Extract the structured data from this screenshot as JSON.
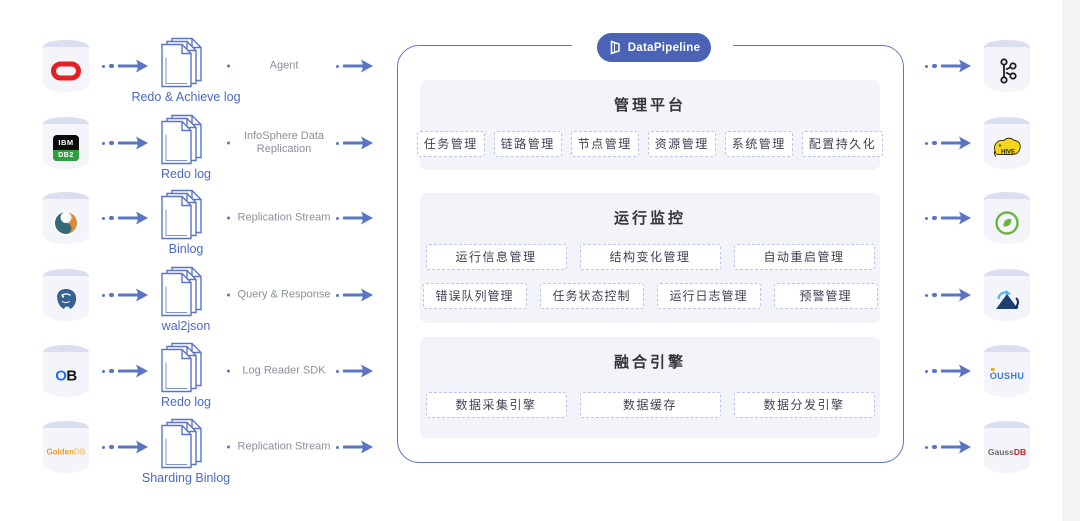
{
  "brand": {
    "badge_label": "DataPipeline"
  },
  "colors": {
    "accent_blue": "#5b74c4",
    "badge_bg": "#4a63b5",
    "panel_bg": "#f2f4f9",
    "chip_border": "#bac3e8",
    "chip_text": "#3f4254",
    "section_title_text": "#33343c",
    "transport_label_text": "#8a8f9b",
    "log_label_text": "#4a68c8",
    "oracle_red": "#e32124",
    "db2_green": "#2e9e3f",
    "hive_yellow": "#f7d51d",
    "greenplum_green": "#6cb33f",
    "oushu_blue": "#3a7bd5",
    "gaussdb_red": "#cf1f25",
    "goldendb_orange": "#f29c1f",
    "oceanbase_blue": "#1e6fff"
  },
  "sources": [
    {
      "icon": "oracle",
      "log_file": "Redo & Achieve log",
      "transport": "Agent"
    },
    {
      "icon": "ibm-db2",
      "icon_label_top": "IBM",
      "icon_label_bottom": "DB2",
      "log_file": "Redo log",
      "transport": "InfoSphere Data Replication"
    },
    {
      "icon": "mysql",
      "log_file": "Binlog",
      "transport": "Replication Stream"
    },
    {
      "icon": "postgresql",
      "log_file": "wal2json",
      "transport": "Query & Response"
    },
    {
      "icon": "oceanbase",
      "icon_label_o": "O",
      "icon_label_b": "B",
      "log_file": "Redo log",
      "transport": "Log Reader SDK"
    },
    {
      "icon": "goldendb",
      "icon_label_golden": "Golden",
      "icon_label_db": "DB",
      "log_file": "Sharding Binlog",
      "transport": "Replication Stream"
    }
  ],
  "platform": {
    "sections": [
      {
        "title": "管理平台",
        "row1": [
          "任务管理",
          "链路管理",
          "节点管理",
          "资源管理",
          "系统管理",
          "配置持久化"
        ]
      },
      {
        "title": "运行监控",
        "row1": [
          "运行信息管理",
          "结构变化管理",
          "自动重启管理"
        ],
        "row2": [
          "错误队列管理",
          "任务状态控制",
          "运行日志管理",
          "预警管理"
        ]
      },
      {
        "title": "融合引擎",
        "row1": [
          "数据采集引擎",
          "数据缓存",
          "数据分发引擎"
        ]
      }
    ]
  },
  "targets": [
    {
      "icon": "kafka"
    },
    {
      "icon": "hive",
      "icon_label": "HIVE"
    },
    {
      "icon": "greenplum"
    },
    {
      "icon": "data-lake"
    },
    {
      "icon": "oushu",
      "icon_label": "OUSHU"
    },
    {
      "icon": "gaussdb",
      "icon_label_gray": "Gauss",
      "icon_label_red": "DB"
    }
  ]
}
